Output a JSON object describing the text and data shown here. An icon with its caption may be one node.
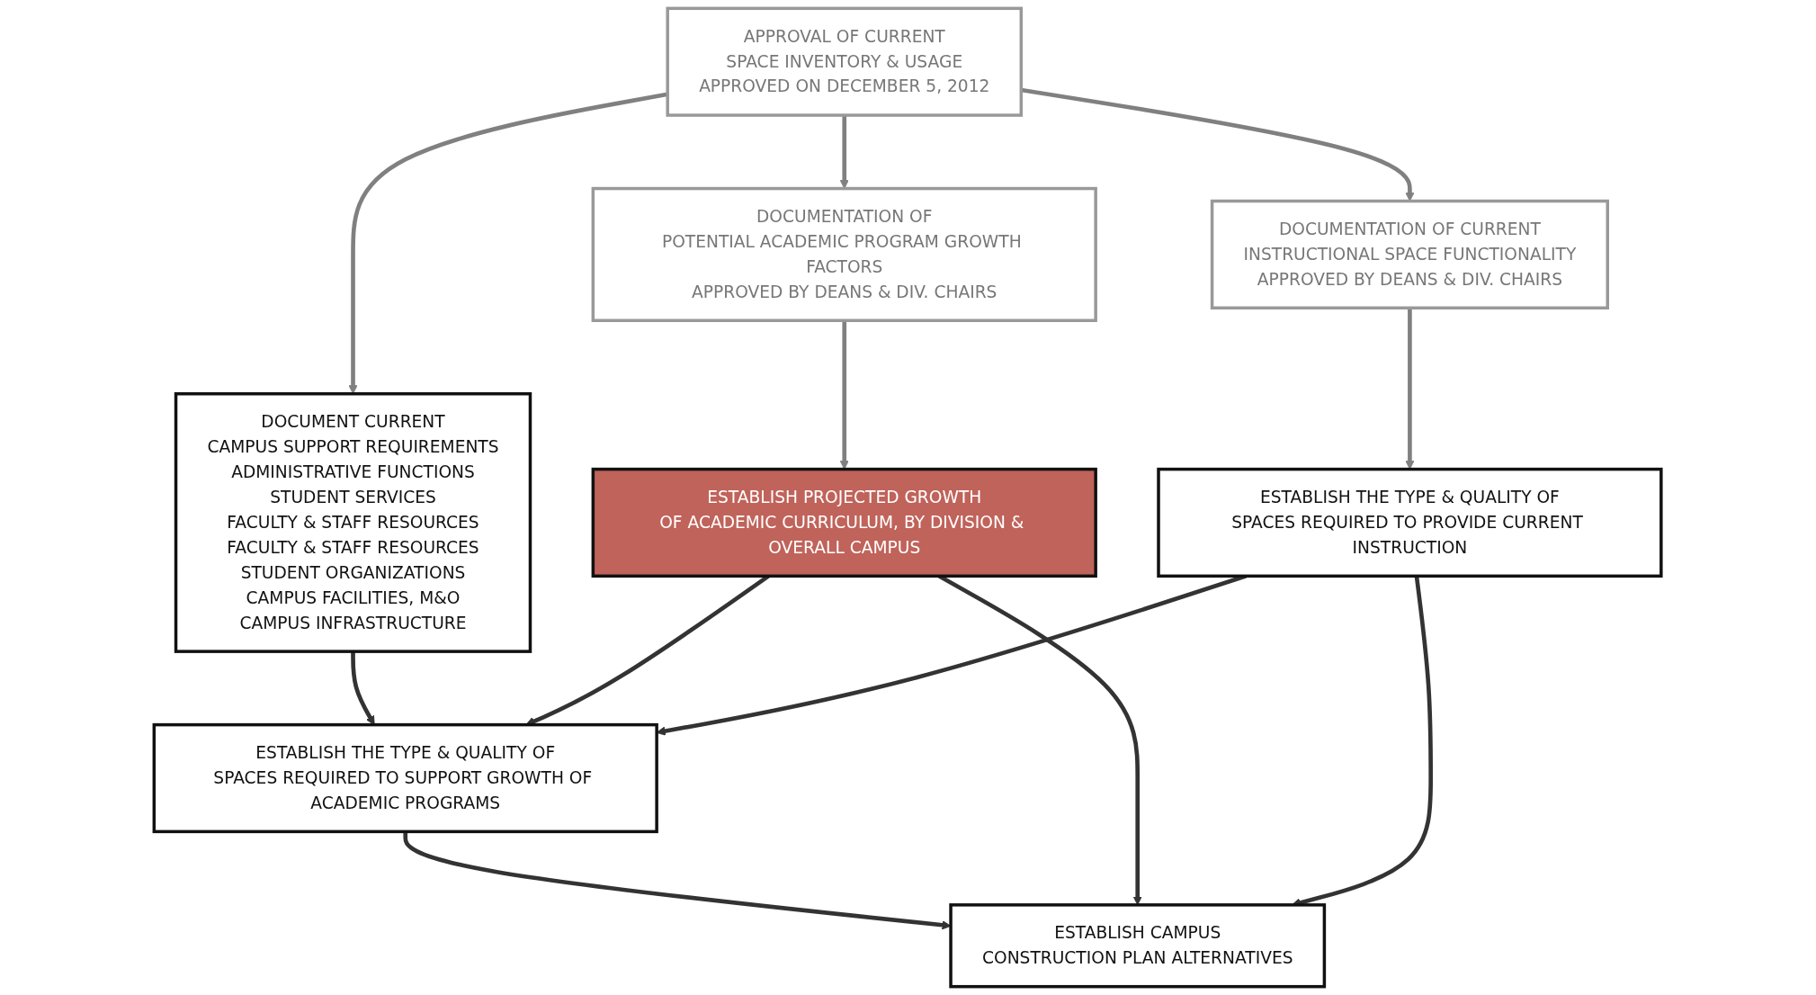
{
  "diagram": {
    "nodes": [
      {
        "text": [
          "APPROVAL OF CURRENT",
          "SPACE INVENTORY & USAGE",
          "APPROVED ON DECEMBER 5, 2012"
        ]
      },
      {
        "text": [
          "DOCUMENTATION OF",
          "POTENTIAL ACADEMIC PROGRAM GROWTH FACTORS",
          "APPROVED BY DEANS & DIV. CHAIRS"
        ]
      },
      {
        "text": [
          "DOCUMENT CURRENT",
          "CAMPUS SUPPORT REQUIREMENTS",
          "ADMINISTRATIVE FUNCTIONS",
          "STUDENT SERVICES",
          "FACULTY & STAFF RESOURCES",
          "FACULTY & STAFF RESOURCES",
          "STUDENT ORGANIZATIONS",
          "CAMPUS FACILITIES, M&O",
          "CAMPUS INFRASTRUCTURE"
        ]
      },
      {
        "text": [
          "DOCUMENTATION OF CURRENT",
          "INSTRUCTIONAL SPACE FUNCTIONALITY",
          "APPROVED BY DEANS & DIV. CHAIRS"
        ]
      },
      {
        "text": [
          "ESTABLISH PROJECTED GROWTH",
          "OF ACADEMIC CURRICULUM, BY DIVISION & OVERALL CAMPUS"
        ]
      },
      {
        "text": [
          "ESTABLISH THE TYPE & QUALITY OF",
          "SPACES REQUIRED TO SUPPORT GROWTH OF ACADEMIC PROGRAMS"
        ]
      },
      {
        "text": [
          "ESTABLISH THE TYPE & QUALITY OF",
          "SPACES REQUIRED TO PROVIDE CURRENT INSTRUCTION"
        ]
      },
      {
        "text": [
          "ESTABLISH CAMPUS",
          "CONSTRUCTION PLAN ALTERNATIVES"
        ]
      }
    ],
    "edges": [
      {
        "from": 0,
        "to": 1,
        "arrow": "to",
        "color": "#808080"
      },
      {
        "from": 0,
        "to": 2,
        "arrow": "to",
        "color": "#808080"
      },
      {
        "from": 0,
        "to": 3,
        "arrow": "to",
        "color": "#808080"
      },
      {
        "from": 1,
        "to": 4,
        "arrow": "to",
        "color": "#808080"
      },
      {
        "from": 2,
        "to": 5,
        "arrow": "to"
      },
      {
        "from": 3,
        "to": 6,
        "arrow": "to",
        "color": "#808080"
      },
      {
        "from": 4,
        "to": 5,
        "arrow": "to"
      },
      {
        "from": 6,
        "to": 5,
        "arrow": "to"
      },
      {
        "from": 5,
        "to": 7,
        "arrow": "to"
      },
      {
        "from": 4,
        "to": 7,
        "arrow": "to"
      },
      {
        "from": 6,
        "to": 7,
        "arrow": "to"
      }
    ]
  }
}
